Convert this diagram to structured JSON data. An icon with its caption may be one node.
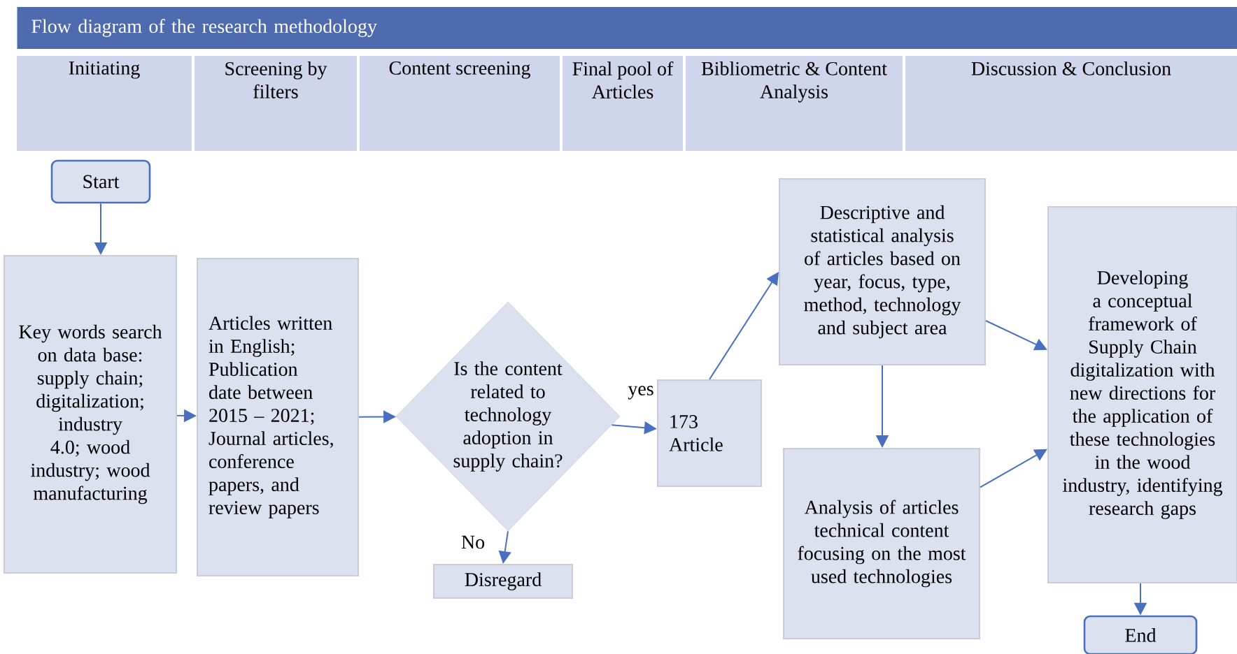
{
  "diagram": {
    "title": "Flow diagram of the research methodology",
    "nodes": [
      {
        "text": [
          "Initiating"
        ]
      },
      {
        "text": [
          "Screening by filters"
        ]
      },
      {
        "text": [
          "Content screening"
        ]
      },
      {
        "text": [
          "Final pool of Articles"
        ]
      },
      {
        "text": [
          "Bibliometric & Content Analysis"
        ]
      },
      {
        "text": [
          "Discussion & Conclusion"
        ]
      },
      {
        "text": [
          "Start"
        ]
      },
      {
        "text": [
          "Key words search on data base: supply chain; digitalization; industry 4.0; wood industry; wood manufacturing"
        ]
      },
      {
        "text": [
          "Articles written in English; Publication date between 2015 – 2021; Journal articles, conference papers, and review papers"
        ]
      },
      {
        "text": [
          "Is the content related to technology adoption in supply chain?"
        ]
      },
      {
        "text": [
          "Disregard"
        ]
      },
      {
        "text": [
          "173 Article"
        ]
      },
      {
        "text": [
          "Descriptive and statistical analysis of articles based on year, focus, type, method, technology and subject area"
        ]
      },
      {
        "text": [
          "Analysis of articles technical content focusing on the most used technologies"
        ]
      },
      {
        "text": [
          "Developing a conceptual framework of Supply Chain digitalization with new directions for the application of these technologies in the wood industry, identifying research gaps"
        ]
      },
      {
        "text": [
          "End"
        ]
      }
    ],
    "edges": [
      {
        "from": 6,
        "to": 7,
        "arrow": "to"
      },
      {
        "from": 7,
        "to": 8,
        "arrow": "to"
      },
      {
        "from": 8,
        "to": 9,
        "arrow": "to"
      },
      {
        "from": 9,
        "to": 10,
        "arrow": "to",
        "label": "No"
      },
      {
        "from": 9,
        "to": 11,
        "arrow": "to",
        "label": "yes"
      },
      {
        "from": 11,
        "to": 12,
        "arrow": "to"
      },
      {
        "from": 12,
        "to": 13,
        "arrow": "to"
      },
      {
        "from": 12,
        "to": 14,
        "arrow": "to"
      },
      {
        "from": 13,
        "to": 14,
        "arrow": "to"
      },
      {
        "from": 14,
        "to": 15,
        "arrow": "to"
      }
    ]
  }
}
